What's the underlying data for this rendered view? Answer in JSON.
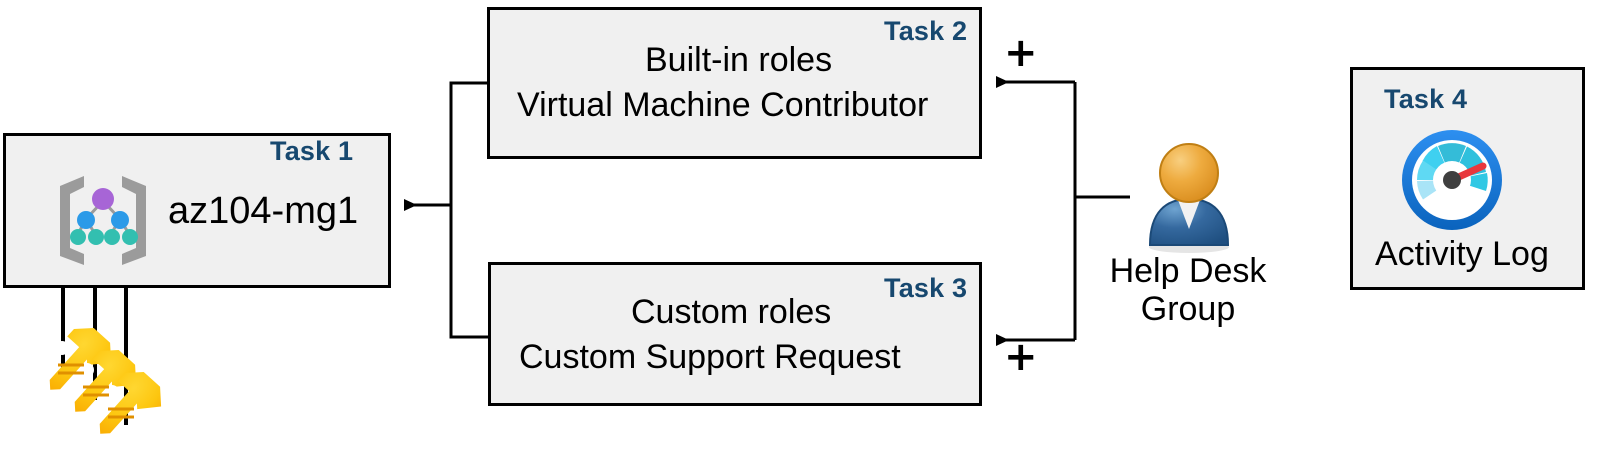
{
  "diagram": {
    "title": "Azure RBAC task diagram",
    "accent_color": "#17486f",
    "box_fill": "#f0f0f0",
    "box_border": "#000000"
  },
  "task1": {
    "label": "Task 1",
    "name": "az104-mg1",
    "icon": "management-group-icon"
  },
  "task2": {
    "label": "Task 2",
    "line1": "Built-in roles",
    "line2": "Virtual Machine Contributor",
    "plus": "+"
  },
  "task3": {
    "label": "Task 3",
    "line1": "Custom roles",
    "line2": "Custom Support Request",
    "plus": "+"
  },
  "task4": {
    "label": "Task 4",
    "name": "Activity Log",
    "icon": "activity-log-gauge-icon"
  },
  "group": {
    "line1": "Help Desk",
    "line2": "Group",
    "icon": "user-group-icon"
  },
  "keys": {
    "icon": "keys-icon",
    "count": 3
  },
  "colors": {
    "key_gold": "#f5c518",
    "key_orange": "#ffa000",
    "gauge_ring": "#0f7ad9",
    "gauge_needle": "#e8373c",
    "gauge_hub": "#3f3f3f",
    "gauge_seg_light": "#a9e4f7",
    "gauge_seg_mid": "#3fd0f0",
    "gauge_seg_dark": "#34bcd8",
    "person_head": "#e8a33d",
    "person_body": "#2e6da4",
    "mg_bracket": "#9b9b9b",
    "mg_root": "#a濃",
    "mg_node_root": "#a765d6",
    "mg_node_mid": "#2b9ae8",
    "mg_node_leaf": "#33bfb0"
  }
}
